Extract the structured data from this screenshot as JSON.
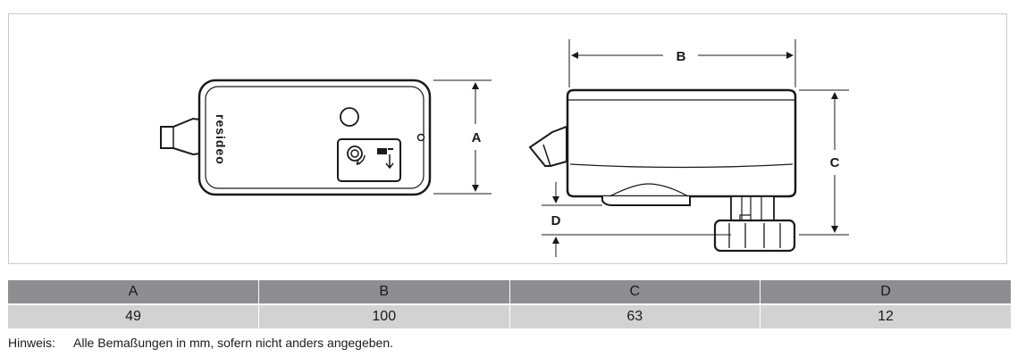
{
  "drawing": {
    "brand": "resideo",
    "labels": {
      "a": "A",
      "b": "B",
      "c": "C",
      "d": "D"
    }
  },
  "table": {
    "headers": [
      "A",
      "B",
      "C",
      "D"
    ],
    "values": [
      "49",
      "100",
      "63",
      "12"
    ]
  },
  "note": {
    "label": "Hinweis:",
    "text": "Alle Bemaßungen in mm, sofern nicht anders angegeben."
  }
}
